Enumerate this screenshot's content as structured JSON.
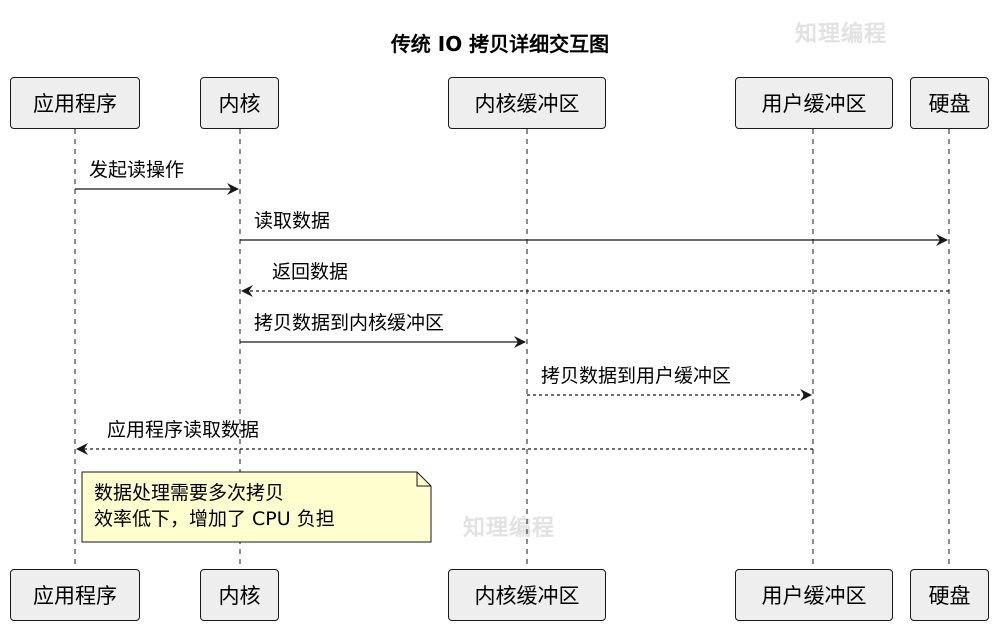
{
  "title": "传统 IO 拷贝详细交互图",
  "watermark": "知理编程",
  "participants": [
    "应用程序",
    "内核",
    "内核缓冲区",
    "用户缓冲区",
    "硬盘"
  ],
  "messages": [
    {
      "from": 0,
      "to": 1,
      "label": "发起读操作",
      "style": "solid"
    },
    {
      "from": 1,
      "to": 4,
      "label": "读取数据",
      "style": "solid"
    },
    {
      "from": 4,
      "to": 1,
      "label": "返回数据",
      "style": "dashed"
    },
    {
      "from": 1,
      "to": 2,
      "label": "拷贝数据到内核缓冲区",
      "style": "solid"
    },
    {
      "from": 2,
      "to": 3,
      "label": "拷贝数据到用户缓冲区",
      "style": "dashed"
    },
    {
      "from": 3,
      "to": 0,
      "label": "应用程序读取数据",
      "style": "dashed"
    }
  ],
  "note": {
    "lines": [
      "数据处理需要多次拷贝",
      "效率低下，增加了 CPU 负担"
    ],
    "fill": "#fefece",
    "stroke": "#181818"
  },
  "colors": {
    "box_fill": "#eeeeee",
    "line": "#181818",
    "lifeline": "#181818"
  }
}
